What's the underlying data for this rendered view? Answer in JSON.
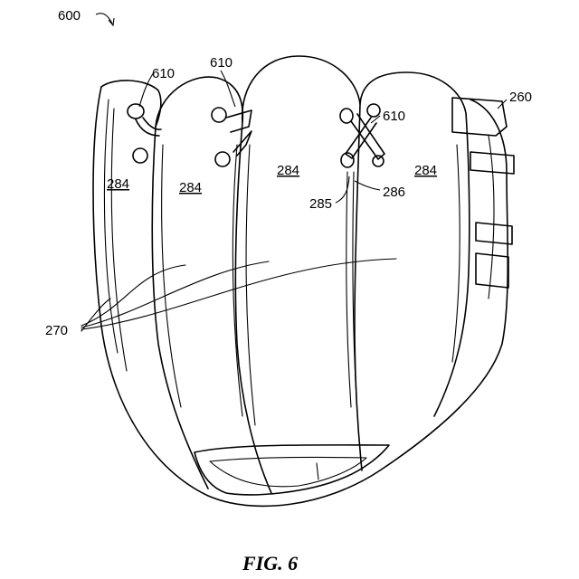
{
  "figure": {
    "number_label": "600",
    "caption": "FIG. 6"
  },
  "labels": {
    "finger_stall_1": "284",
    "finger_stall_2": "284",
    "finger_stall_3": "284",
    "finger_stall_4": "284",
    "lace_loop_a": "610",
    "lace_loop_b": "610",
    "lace_loop_c": "610",
    "back_strap": "260",
    "seam_left": "285",
    "seam_right": "286",
    "padding_lines": "270"
  }
}
